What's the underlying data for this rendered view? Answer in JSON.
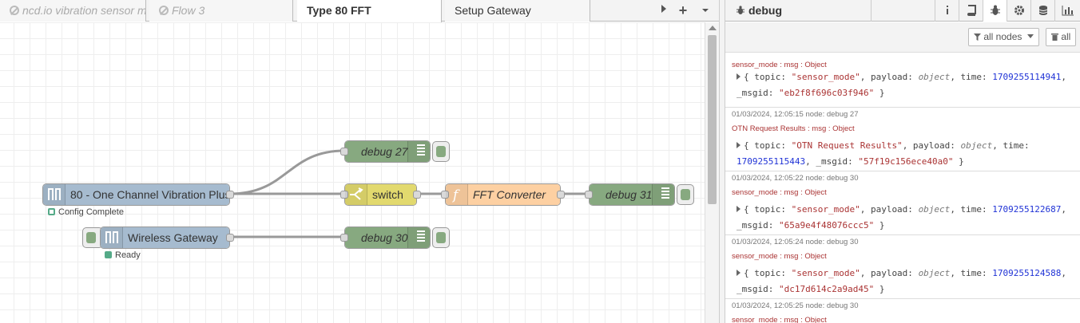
{
  "tabs": [
    {
      "label": "ncd.io vibration sensor me",
      "state": "disabled"
    },
    {
      "label": "Flow 3",
      "state": "disabled"
    },
    {
      "label": "Type 80 FFT",
      "state": "active"
    },
    {
      "label": "Setup Gateway",
      "state": "normal"
    }
  ],
  "nodes": {
    "sensor": {
      "label": "80 - One Channel Vibration Plus",
      "status": "Config Complete",
      "color": "#a6bbcf"
    },
    "gateway": {
      "label": "Wireless Gateway",
      "status": "Ready",
      "color": "#a6bbcf"
    },
    "debug27": {
      "label": "debug 27",
      "color": "#87a980"
    },
    "switch": {
      "label": "switch",
      "color": "#e2d96e"
    },
    "fft": {
      "label": "FFT Converter",
      "color": "#fdd0a2"
    },
    "debug31": {
      "label": "debug 31",
      "color": "#87a980"
    },
    "debug30": {
      "label": "debug 30",
      "color": "#87a980"
    }
  },
  "sidebar": {
    "title": "debug",
    "filter_label": "all nodes",
    "clear_label": "all",
    "messages": [
      {
        "meta": "",
        "topic_line": "sensor_mode : msg : Object",
        "topic": "\"sensor_mode\"",
        "time": "1709255114941",
        "msgid": "\"eb2f8f696c03f946\""
      },
      {
        "meta": "01/03/2024, 12:05:15   node: debug 27",
        "topic_line": "OTN Request Results : msg : Object",
        "topic": "\"OTN Request Results\"",
        "time": "1709255115443",
        "msgid": "\"57f19c156ece40a0\""
      },
      {
        "meta": "01/03/2024, 12:05:22   node: debug 30",
        "topic_line": "sensor_mode : msg : Object",
        "topic": "\"sensor_mode\"",
        "time": "1709255122687",
        "msgid": "\"65a9e4f48076ccc5\""
      },
      {
        "meta": "01/03/2024, 12:05:24   node: debug 30",
        "topic_line": "sensor_mode : msg : Object",
        "topic": "\"sensor_mode\"",
        "time": "1709255124588",
        "msgid": "\"dc17d614c2a9ad45\""
      },
      {
        "meta": "01/03/2024, 12:05:25   node: debug 30",
        "topic_line": "sensor_mode : msg : Object",
        "topic": "",
        "time": "",
        "msgid": ""
      }
    ],
    "obj_word": "object"
  }
}
